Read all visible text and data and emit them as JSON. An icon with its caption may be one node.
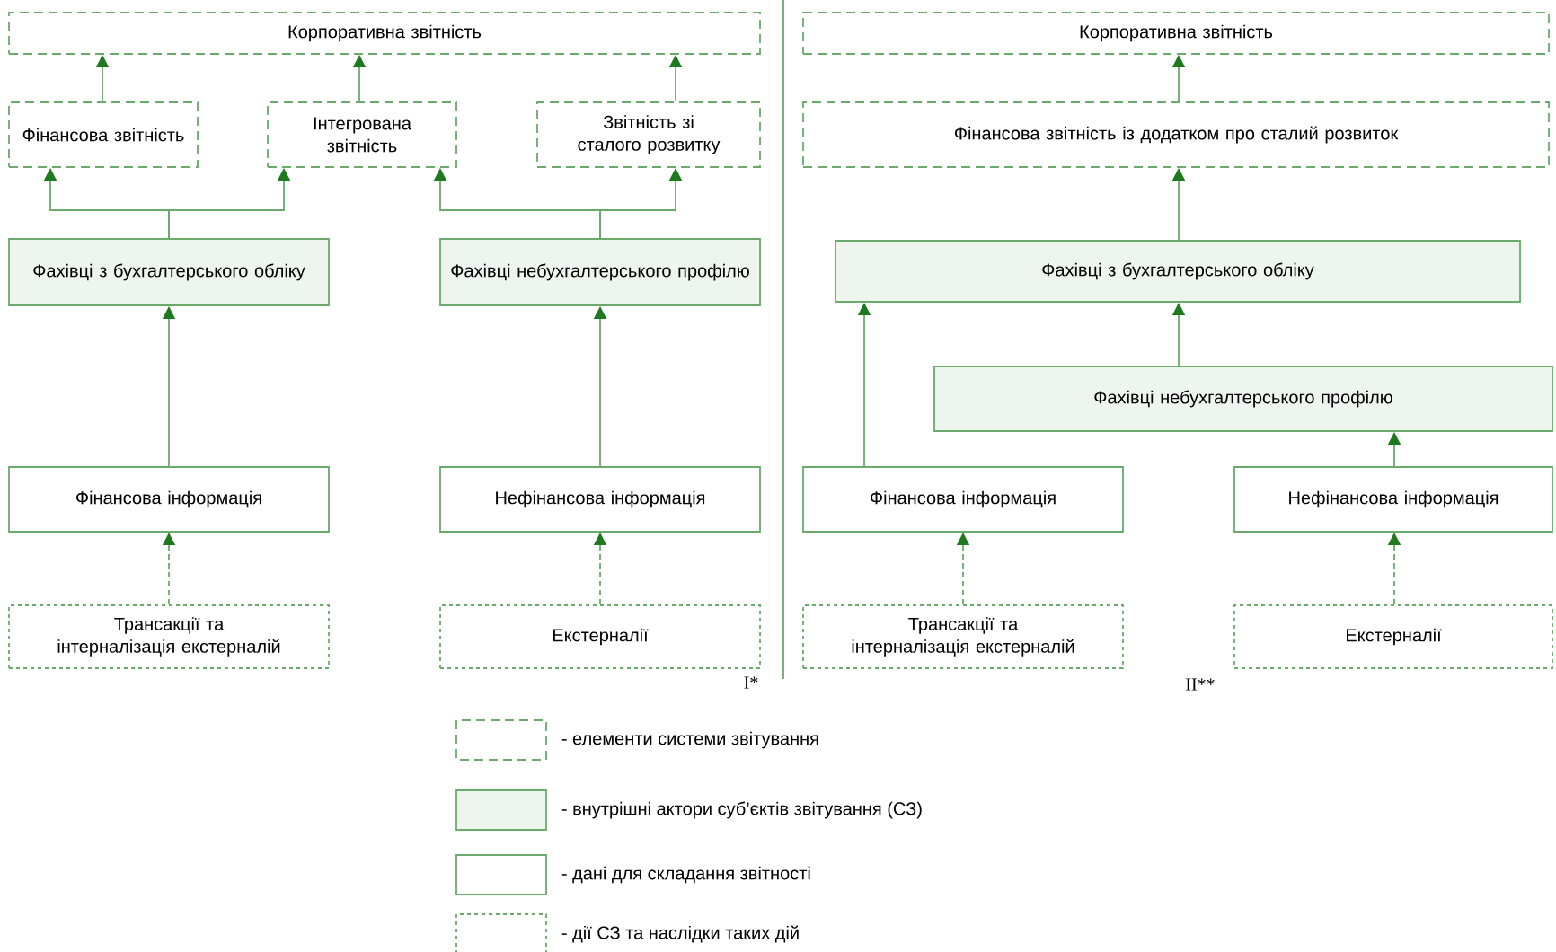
{
  "diagram": {
    "nodes": [
      {
        "text": [
          "Корпоративна звітність"
        ]
      },
      {
        "text": [
          "Фінансова звітність"
        ]
      },
      {
        "text": [
          "Інтегрована звітність"
        ]
      },
      {
        "text": [
          "Звітність зі сталого розвитку"
        ]
      },
      {
        "text": [
          "Фахівці з бухгалтерського обліку"
        ]
      },
      {
        "text": [
          "Фахівці небухгалтерського профілю"
        ]
      },
      {
        "text": [
          "Фінансова інформація"
        ]
      },
      {
        "text": [
          "Нефінансова інформація"
        ]
      },
      {
        "text": [
          "Трансакції та інтерналізація екстерналій"
        ]
      },
      {
        "text": [
          "Екстерналії"
        ]
      },
      {
        "text": [
          "Корпоративна звітність"
        ]
      },
      {
        "text": [
          "Фінансова звітність із додатком про сталий розвиток"
        ]
      },
      {
        "text": [
          "Фахівці з бухгалтерського обліку"
        ]
      },
      {
        "text": [
          "Фахівці небухгалтерського профілю"
        ]
      },
      {
        "text": [
          "Фінансова інформація"
        ]
      },
      {
        "text": [
          "Нефінансова інформація"
        ]
      },
      {
        "text": [
          "Трансакції та інтерналізація екстерналій"
        ]
      },
      {
        "text": [
          "Екстерналії"
        ]
      }
    ],
    "edges": [
      {
        "from": 1,
        "to": 0,
        "arrow": "to"
      },
      {
        "from": 2,
        "to": 0,
        "arrow": "to"
      },
      {
        "from": 3,
        "to": 0,
        "arrow": "to"
      },
      {
        "from": 4,
        "to": 1,
        "arrow": "to"
      },
      {
        "from": 4,
        "to": 2,
        "arrow": "to"
      },
      {
        "from": 5,
        "to": 2,
        "arrow": "to"
      },
      {
        "from": 5,
        "to": 3,
        "arrow": "to"
      },
      {
        "from": 6,
        "to": 4,
        "arrow": "to"
      },
      {
        "from": 7,
        "to": 5,
        "arrow": "to"
      },
      {
        "from": 8,
        "to": 6,
        "arrow": "to",
        "style": "dashed"
      },
      {
        "from": 9,
        "to": 7,
        "arrow": "to",
        "style": "dashed"
      },
      {
        "from": 11,
        "to": 10,
        "arrow": "to"
      },
      {
        "from": 12,
        "to": 11,
        "arrow": "to"
      },
      {
        "from": 14,
        "to": 12,
        "arrow": "to"
      },
      {
        "from": 13,
        "to": 12,
        "arrow": "to"
      },
      {
        "from": 15,
        "to": 13,
        "arrow": "to"
      },
      {
        "from": 16,
        "to": 14,
        "arrow": "to",
        "style": "dashed"
      },
      {
        "from": 17,
        "to": 15,
        "arrow": "to",
        "style": "dashed"
      }
    ],
    "labels": [
      "I*",
      "II**"
    ],
    "legend": [
      {
        "text": "- елементи системи звітування"
      },
      {
        "text": "- внутрішні актори суб’єктів звітування (СЗ)"
      },
      {
        "text": "- дані для складання звітності"
      },
      {
        "text": "- дії СЗ та наслідки таких дій"
      }
    ]
  }
}
